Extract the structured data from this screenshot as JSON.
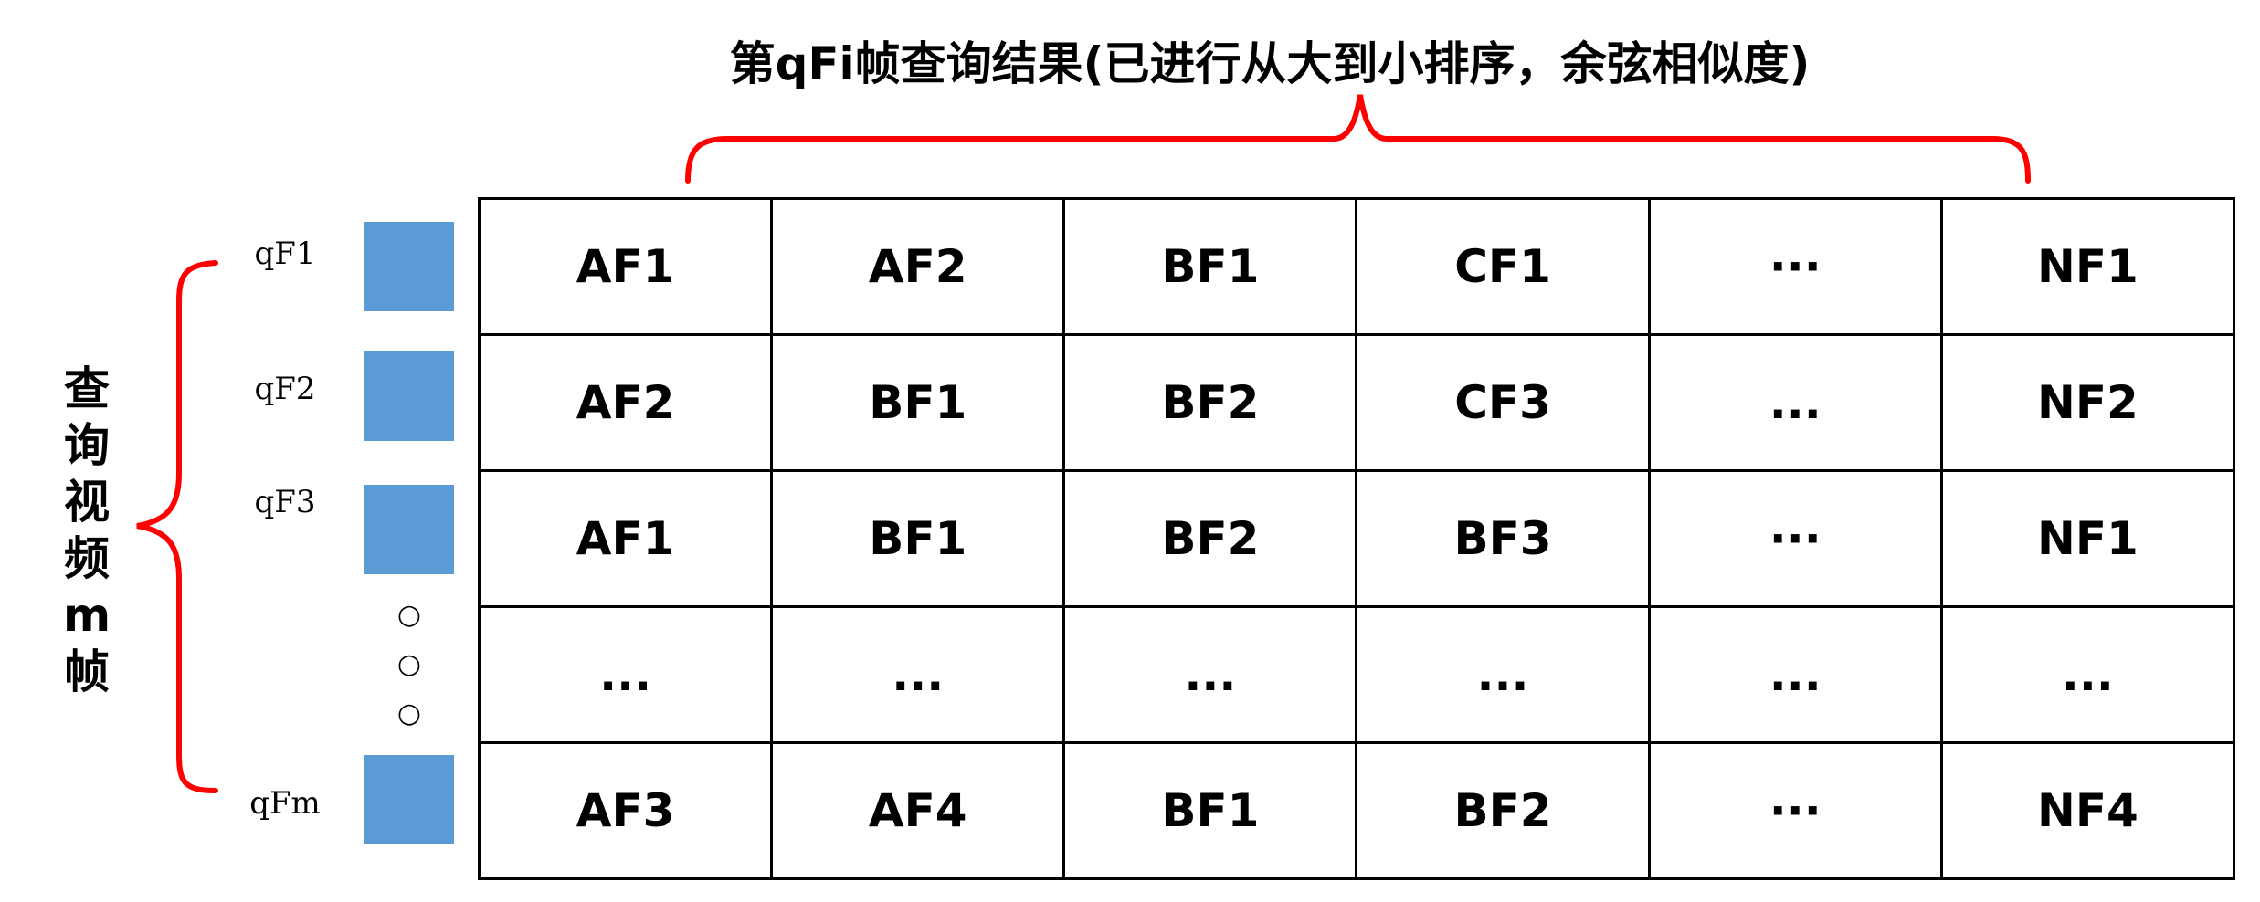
{
  "title": "第qFi帧查询结果(已进行从大到小排序，余弦相似度)",
  "side_label": [
    "查",
    "询",
    "视",
    "频",
    "m",
    "帧"
  ],
  "frames": [
    {
      "label": "qF1"
    },
    {
      "label": "qF2"
    },
    {
      "label": "qF3"
    },
    {
      "label": "qFm"
    }
  ],
  "ellipsis_dots": [
    "○",
    "○",
    "○"
  ],
  "table_rows": [
    [
      "AF1",
      "AF2",
      "BF1",
      "CF1",
      "···",
      "NF1"
    ],
    [
      "AF2",
      "BF1",
      "BF2",
      "CF3",
      "...",
      "NF2"
    ],
    [
      "AF1",
      "BF1",
      "BF2",
      "BF3",
      "···",
      "NF1"
    ],
    [
      "...",
      "...",
      "...",
      "...",
      "...",
      "..."
    ],
    [
      "AF3",
      "AF4",
      "BF1",
      "BF2",
      "···",
      "NF4"
    ]
  ],
  "colors": {
    "brace": "#ff0000",
    "frame_box": "#5b9bd5",
    "grid": "#000000"
  }
}
